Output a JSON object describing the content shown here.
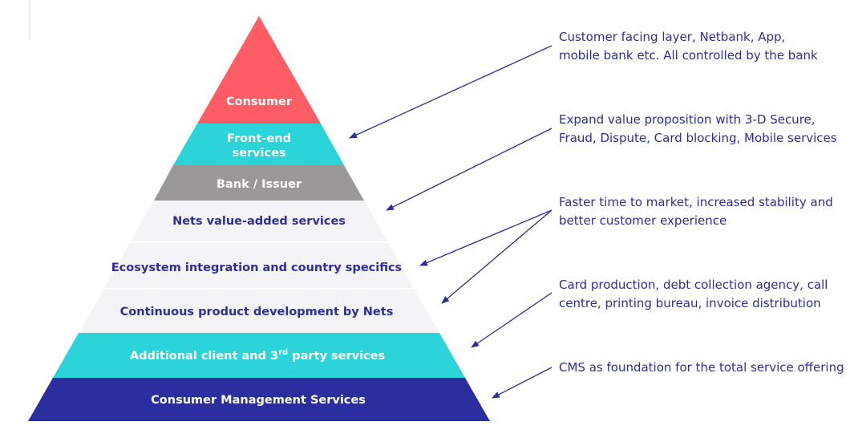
{
  "layers": [
    {
      "id": "consumer",
      "lines": [
        "Consumer"
      ],
      "fill": "#ff5d66",
      "text_color": "#ffffff"
    },
    {
      "id": "front-end",
      "lines": [
        "Front-end",
        "services"
      ],
      "fill": "#2ad4d9",
      "text_color": "#ffffff"
    },
    {
      "id": "bank-issuer",
      "lines": [
        "Bank / Issuer"
      ],
      "fill": "#9b9898",
      "text_color": "#ffffff"
    },
    {
      "id": "nets-vas",
      "lines": [
        "Nets value-added services"
      ],
      "fill": "#f4f4f7",
      "text_color": "#2e2e9a"
    },
    {
      "id": "ecosystem",
      "lines": [
        "Ecosystem integration and country specifics"
      ],
      "fill": "#f4f4f7",
      "text_color": "#2e2e9a"
    },
    {
      "id": "continuous-dev",
      "lines": [
        "Continuous product development by Nets"
      ],
      "fill": "#f4f4f7",
      "text_color": "#2e2e9a"
    },
    {
      "id": "additional",
      "lines": [
        "Additional client and 3",
        "rd",
        " party services"
      ],
      "fill": "#2ad4d9",
      "text_color": "#ffffff"
    },
    {
      "id": "cms",
      "lines": [
        "Consumer Management Services"
      ],
      "fill": "#2b2e9e",
      "text_color": "#ffffff"
    }
  ],
  "notes": [
    {
      "id": "customer-facing",
      "lines": [
        "Customer facing layer, Netbank, App,",
        "mobile bank etc. All controlled by the bank"
      ]
    },
    {
      "id": "expand-value",
      "lines": [
        "Expand value proposition with 3-D Secure,",
        "Fraud, Dispute, Card blocking, Mobile services"
      ]
    },
    {
      "id": "faster-time",
      "lines": [
        "Faster time to market, increased stability and",
        "better customer experience"
      ]
    },
    {
      "id": "card-production",
      "lines": [
        "Card production, debt collection agency, call",
        "centre, printing bureau, invoice distribution"
      ]
    },
    {
      "id": "cms-foundation",
      "lines": [
        "CMS as foundation for the total service offering"
      ]
    }
  ],
  "colors": {
    "arrow": "#2e2e9a",
    "note_text": "#2e2e9a"
  }
}
